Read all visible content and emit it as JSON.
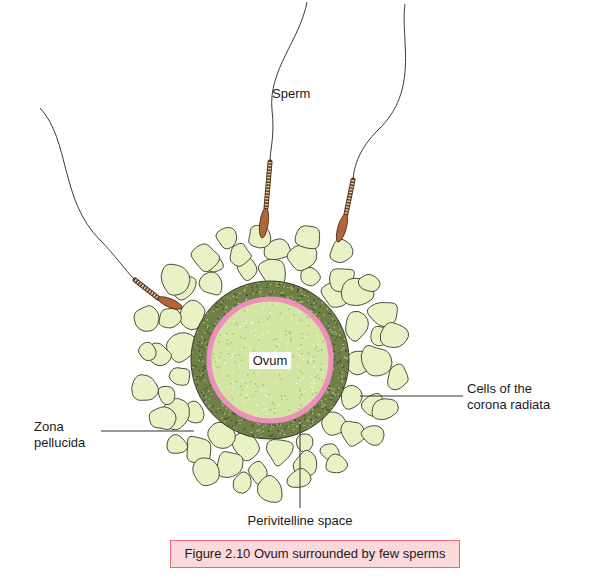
{
  "diagram": {
    "caption": "Figure 2.10 Ovum surrounded by few sperms",
    "nodes": [
      {
        "text": [
          "Ovum"
        ]
      }
    ],
    "labels": [
      "Sperm",
      "Cells of the corona radiata",
      "Zona pellucida",
      "Perivitelline space"
    ]
  }
}
